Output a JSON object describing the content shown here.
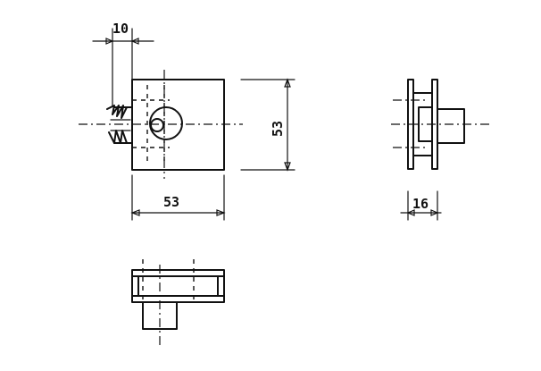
{
  "dimensions": {
    "offset_top": "10",
    "width": "53",
    "height": "53",
    "side_thickness": "16"
  },
  "colors": {
    "ink": "#111111",
    "paper": "#ffffff"
  }
}
